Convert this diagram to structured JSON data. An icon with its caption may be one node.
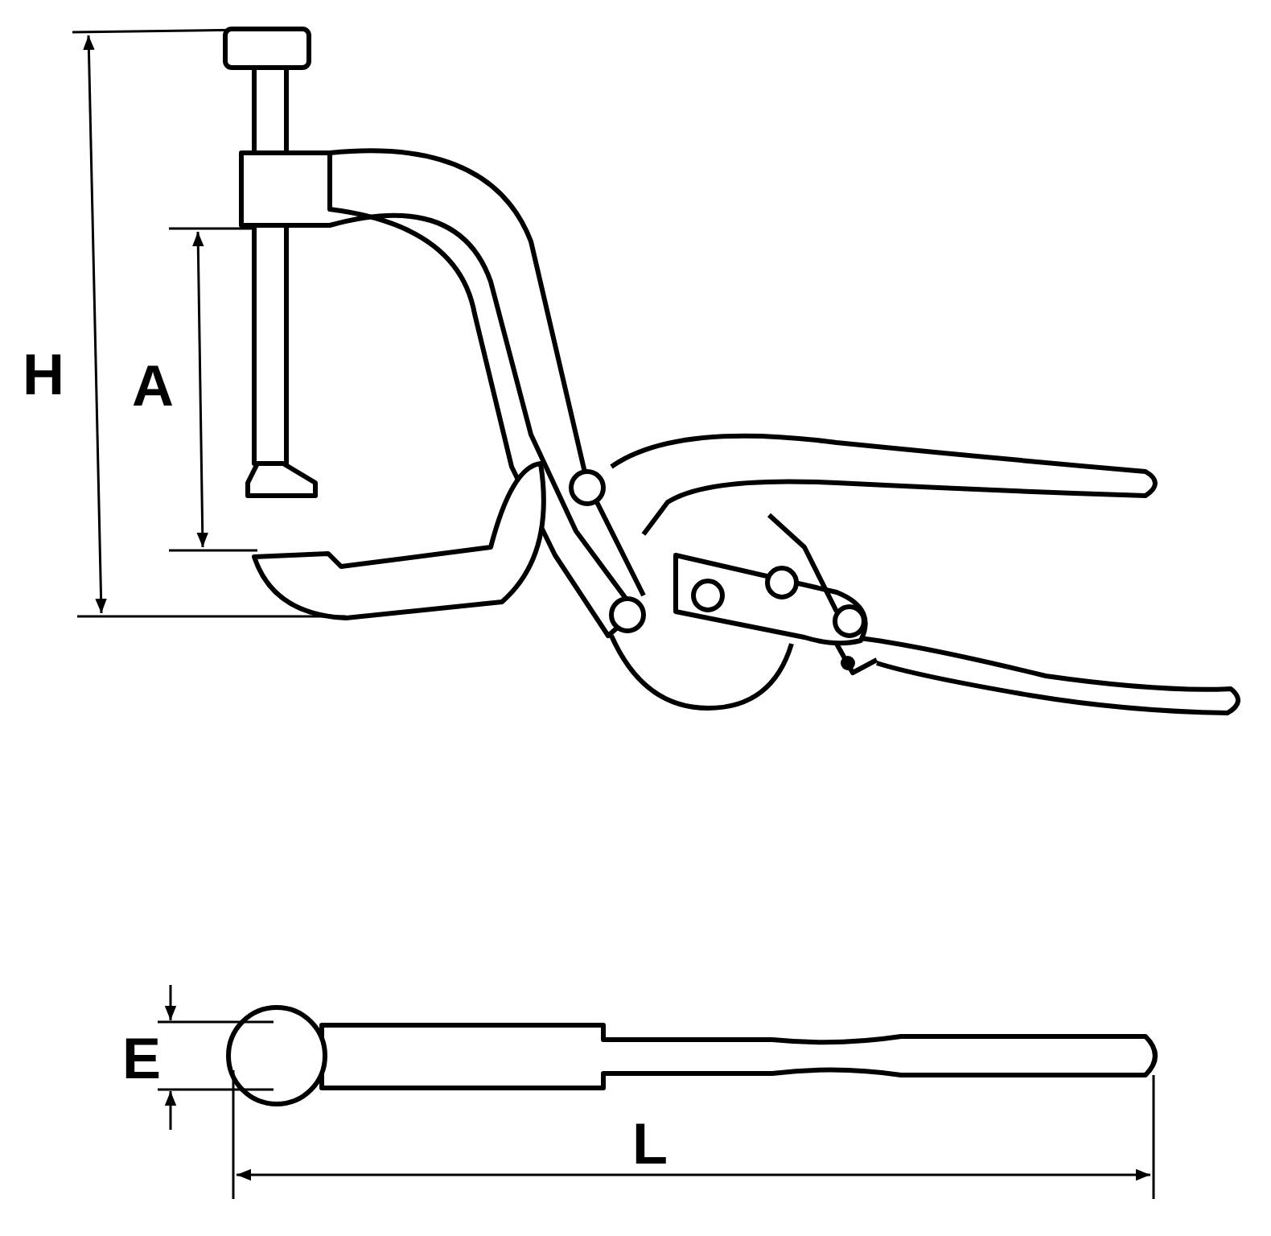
{
  "diagram": {
    "labels": [
      "H",
      "A",
      "E",
      "L"
    ]
  }
}
